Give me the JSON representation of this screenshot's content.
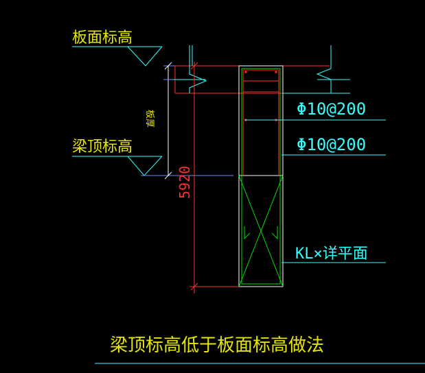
{
  "labels": {
    "slab_elevation": "板面标高",
    "beam_top_elevation": "梁顶标高",
    "vertical_note": "板厚",
    "dimension": "5920",
    "stirrup_upper": "Φ10@200",
    "stirrup_lower": "Φ10@200",
    "beam_ref": "KL×详平面",
    "title": "梁顶标高低于板面标高做法"
  },
  "colors": {
    "background": "#000000",
    "cyan": "#33ffff",
    "red": "#ff3030",
    "green": "#00e000",
    "white": "#ffffff",
    "yellow": "#e6e600",
    "blue": "#6f8cff"
  }
}
